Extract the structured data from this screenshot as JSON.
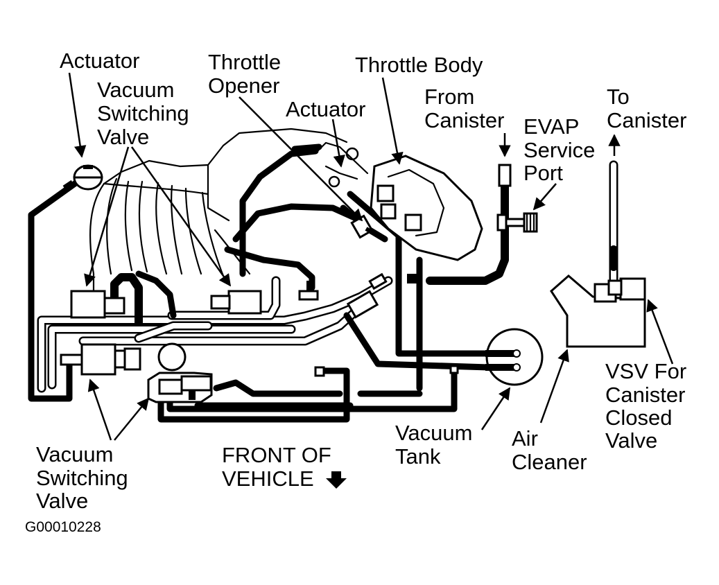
{
  "labels": {
    "actuator_left": "Actuator",
    "vsv_top": [
      "Vacuum",
      "Switching",
      "Valve"
    ],
    "throttle_opener": [
      "Throttle",
      "Opener"
    ],
    "actuator_center": "Actuator",
    "throttle_body": "Throttle Body",
    "from_canister": [
      "From",
      "Canister"
    ],
    "evap_service_port": [
      "EVAP",
      "Service",
      "Port"
    ],
    "to_canister": [
      "To",
      "Canister"
    ],
    "vsv_canister": [
      "VSV For",
      "Canister",
      "Closed",
      "Valve"
    ],
    "air_cleaner": [
      "Air",
      "Cleaner"
    ],
    "vacuum_tank": [
      "Vacuum",
      "Tank"
    ],
    "vsv_bottom": [
      "Vacuum",
      "Switching",
      "Valve"
    ],
    "front_of_vehicle": [
      "FRONT OF",
      "VEHICLE"
    ]
  },
  "figure_id": "G00010228",
  "icons": {
    "direction_arrow": "down-arrow-icon"
  }
}
